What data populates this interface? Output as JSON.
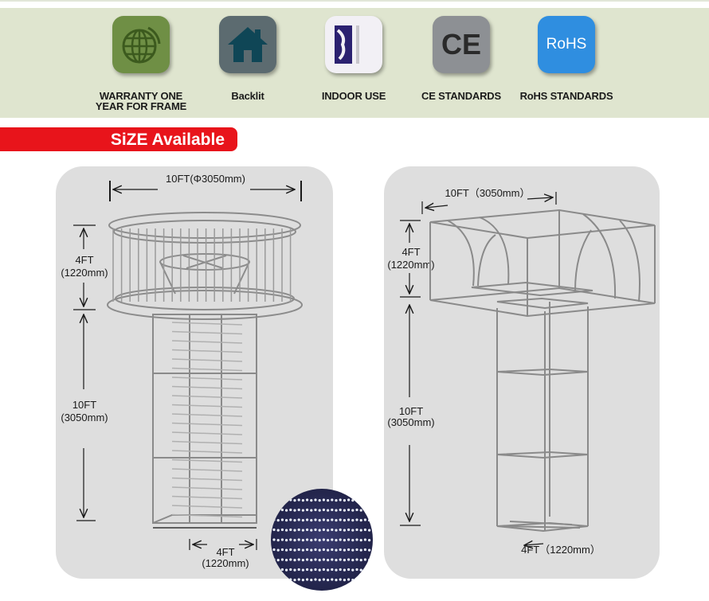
{
  "features": [
    {
      "label_lines": [
        "WARRANTY  ONE",
        "YEAR FOR FRAME"
      ],
      "icon": "globe-icon"
    },
    {
      "label_lines": [
        "Backlit"
      ],
      "icon": "house-icon"
    },
    {
      "label_lines": [
        "INDOOR USE"
      ],
      "icon": "indoor-icon"
    },
    {
      "label_lines": [
        "CE STANDARDS"
      ],
      "icon": "ce-icon",
      "icon_text": "CE"
    },
    {
      "label_lines": [
        "RoHS STANDARDS"
      ],
      "icon": "rohs-icon",
      "icon_text": "RoHS"
    }
  ],
  "banner": {
    "title": "SiZE Available"
  },
  "left_diagram": {
    "top_width": "10FT(Φ3050mm)",
    "head_height": [
      "4FT",
      "(1220mm)"
    ],
    "column_height": [
      "10FT",
      "(3050mm)"
    ],
    "base_width": [
      "4FT",
      "(1220mm)"
    ]
  },
  "right_diagram": {
    "top_width": "10FT（3050mm）",
    "head_height": [
      "4FT",
      "(1220mm)"
    ],
    "column_height": [
      "10FT",
      "(3050mm)"
    ],
    "base_width": "4FT（1220mm）"
  },
  "colors": {
    "feature_band": "#dfe5cf",
    "banner_red": "#e8141b",
    "panel_gray": "#dedede",
    "frame_line": "#8c8c8c",
    "rohs_blue": "#2f8ee0",
    "globe_green": "#6f8f45"
  }
}
